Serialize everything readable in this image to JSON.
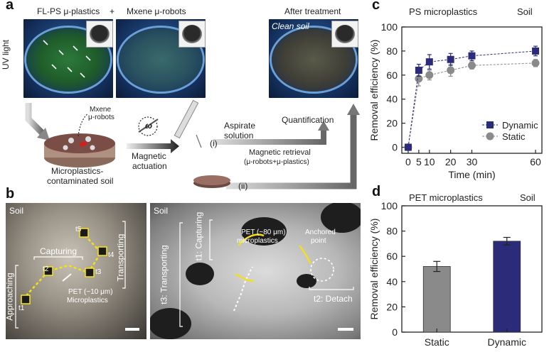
{
  "panels": {
    "a": "a",
    "b": "b",
    "c": "c",
    "d": "d"
  },
  "panel_a": {
    "header_fl_ps": "FL-PS μ-plastics",
    "header_plus": "+",
    "header_mxene": "Mxene μ-robots",
    "header_after": "After treatment",
    "uv_light": "UV light",
    "clean_soil": "Clean soil",
    "mxene_label_line1": "Mxene",
    "mxene_label_line2": "μ-robots",
    "omega": "ω",
    "magnetic_actuation_line1": "Magnetic",
    "magnetic_actuation_line2": "actuation",
    "contaminated_line1": "Microplastics-",
    "contaminated_line2": "contaminated soil",
    "route_i": "(i)",
    "route_ii": "(ii)",
    "aspirate_line1": "Aspirate",
    "aspirate_line2": "solution",
    "quantification": "Quantification",
    "retrieval_line1": "Magnetic retrieval",
    "retrieval_line2": "(μ-robots+μ-plastics)"
  },
  "panel_b": {
    "left": {
      "soil": "Soil",
      "capturing": "Capturing",
      "transporting": "Transporting",
      "approaching": "Approaching",
      "pet_line1": "PET (~10 μm)",
      "pet_line2": "Microplastics",
      "t1": "t1",
      "t2": "t2",
      "t3": "t3",
      "t4": "t4",
      "t5": "t5"
    },
    "right": {
      "soil": "Soil",
      "t1_capturing": "t1: Capturing",
      "t3_transporting": "t3: Transporting",
      "pet_line1": "PET (~80 μm)",
      "pet_line2": "microplastics",
      "anchored_line1": "Anchored",
      "anchored_line2": "point",
      "t2_detach": "t2: Detach"
    }
  },
  "chart_data": [
    {
      "panel": "c",
      "type": "line",
      "title": "PS microplastics",
      "subtitle": "Soil",
      "xlabel": "Time (min)",
      "ylabel": "Removal efficiency (%)",
      "xticks": [
        0,
        5,
        10,
        20,
        30,
        60
      ],
      "yticks": [
        0,
        20,
        40,
        60,
        80,
        100
      ],
      "xlim": [
        -3,
        63
      ],
      "ylim": [
        -5,
        100
      ],
      "legend_position": "lower-right",
      "series": [
        {
          "name": "Dynamic",
          "color": "#2b2b7a",
          "marker": "square",
          "x": [
            0,
            5,
            10,
            20,
            30,
            60
          ],
          "y": [
            0,
            64,
            71,
            73,
            76,
            80
          ],
          "err": [
            0,
            5,
            6,
            5,
            4,
            4
          ]
        },
        {
          "name": "Static",
          "color": "#8a8a8a",
          "marker": "circle",
          "x": [
            0,
            5,
            10,
            20,
            30,
            60
          ],
          "y": [
            0,
            57,
            60,
            64,
            68,
            70
          ],
          "err": [
            0,
            6,
            4,
            5,
            3,
            3
          ]
        }
      ]
    },
    {
      "panel": "d",
      "type": "bar",
      "title": "PET microplastics",
      "subtitle": "Soil",
      "xlabel": "",
      "ylabel": "Removal efficiency (%)",
      "categories": [
        "Static",
        "Dynamic"
      ],
      "values": [
        52,
        72
      ],
      "errors": [
        4,
        3
      ],
      "colors": [
        "#8a8a8a",
        "#2b2b7a"
      ],
      "yticks": [
        0,
        20,
        40,
        60,
        80,
        100
      ],
      "ylim": [
        0,
        100
      ]
    }
  ]
}
